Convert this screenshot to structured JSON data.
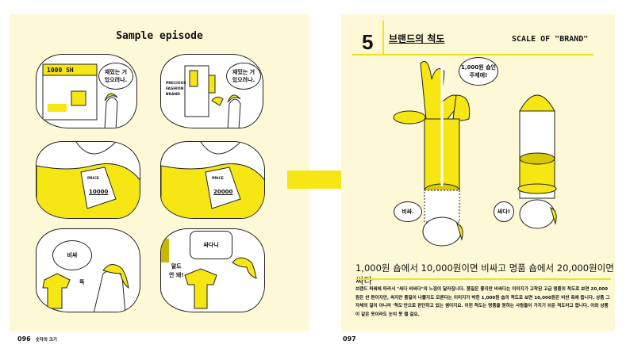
{
  "left_page": {
    "title": "Sample episode",
    "panels": [
      {
        "sign": "1000 SH",
        "bubble": "재밌는 거\n있으려나."
      },
      {
        "sign": "PRECIOUS FASHION BRAND",
        "bubble": "재밌는 거\n있으려나."
      },
      {
        "tag_label": "PRICE",
        "price": "10000"
      },
      {
        "tag_label": "PRICE",
        "price": "20000"
      },
      {
        "bubble": "비싸",
        "sfx": "뚝"
      },
      {
        "bubble": "싸다니",
        "text": "말도\n안 돼!"
      }
    ],
    "folio": {
      "page": "096",
      "section": "숫자의 크기"
    }
  },
  "right_page": {
    "number": "5",
    "title_kr": "브랜드의 척도",
    "title_en": "SCALE OF \"BRAND\"",
    "bubbles": {
      "top": "1,000원 숍인\n주제에!",
      "left": "비싸.",
      "right": "싸다!"
    },
    "headline": "1,000원 숍에서 10,000원이면 비싸고 명품 숍에서 20,000원이면 싸다",
    "body": "브랜드 파워에 따라서 \"싸다 비싸다\"의 느낌이 달라집니다. 품질은 좋지만 비싸다는 이미지가 고착된 고급 명품의 척도로 보면 20,000원은 싼 편이지만, 싸지만 품질이 나쁠지도 모른다는 이미지가 박힌 1,000원 숍의 척도로 보면 10,000원은 비싼 축에 듭니다. 상품 그 자체의 질이 아니라 '척도'만으로 판단하고 있는 셈이지요. 이런 척도는 명품을 원하는 사람들이 가지기 쉬운 척도라고 합니다. 이와 상품이 같은 옷이라도 눈치 못 챌 걸요.",
    "folio": "097"
  },
  "colors": {
    "page": "#fdf9d6",
    "accent": "#f5e614"
  }
}
